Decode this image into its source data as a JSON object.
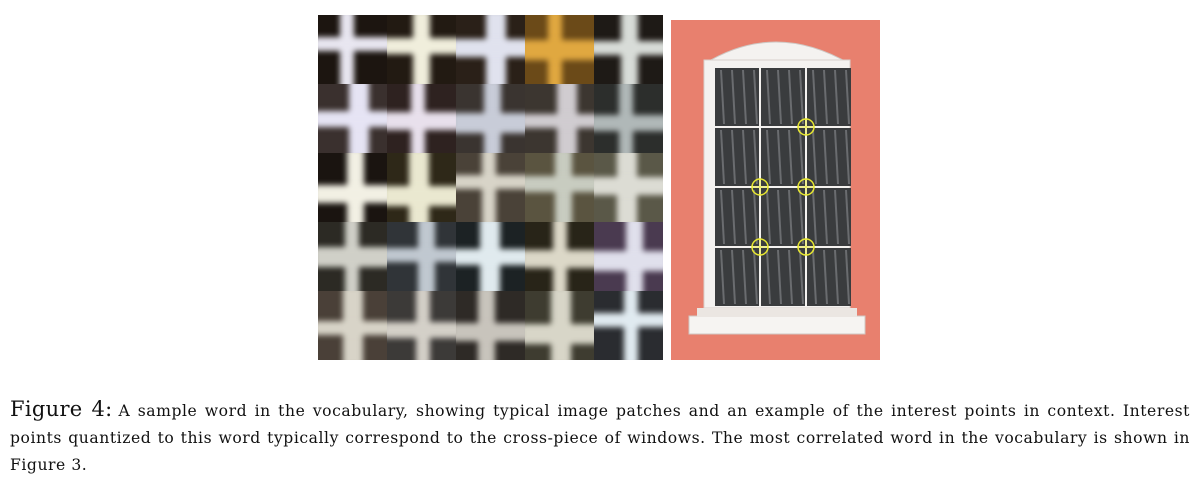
{
  "figure": {
    "label": "Figure 4:",
    "caption_text": "A sample word in the vocabulary, showing typical image patches and an example of the interest points in context. Interest points quantized to this word typically correspond to the cross-piece of windows. The most correlated word in the vocabulary is shown in Figure 3."
  },
  "patch_grid": {
    "rows": 5,
    "cols": 5,
    "patches": [
      {
        "bg": "#1c1510",
        "bar": "#e8e6f0"
      },
      {
        "bg": "#221a12",
        "bar": "#f0eedc"
      },
      {
        "bg": "#2a2018",
        "bar": "#e0e2ee"
      },
      {
        "bg": "#6b4a18",
        "bar": "#e0a840"
      },
      {
        "bg": "#1e1a16",
        "bar": "#d8dcd8"
      },
      {
        "bg": "#3a302e",
        "bar": "#e6e4f4"
      },
      {
        "bg": "#2e2220",
        "bar": "#e8e0ec"
      },
      {
        "bg": "#3a3430",
        "bar": "#c8ccd8"
      },
      {
        "bg": "#3c3630",
        "bar": "#d0ccd0"
      },
      {
        "bg": "#2c2e2c",
        "bar": "#b0b8b8"
      },
      {
        "bg": "#1a1410",
        "bar": "#f2f0e4"
      },
      {
        "bg": "#2e2818",
        "bar": "#eae8d0"
      },
      {
        "bg": "#4a4238",
        "bar": "#d8d4c8"
      },
      {
        "bg": "#5a5440",
        "bar": "#c8ccc0"
      },
      {
        "bg": "#5a5848",
        "bar": "#dcdcd4"
      },
      {
        "bg": "#2c2a24",
        "bar": "#d0d0c8"
      },
      {
        "bg": "#303438",
        "bar": "#c0c8d0"
      },
      {
        "bg": "#1c2224",
        "bar": "#e0eaee"
      },
      {
        "bg": "#282418",
        "bar": "#dcd8c8"
      },
      {
        "bg": "#4a3a50",
        "bar": "#e0e0ec"
      },
      {
        "bg": "#4a4038",
        "bar": "#d8d4c8"
      },
      {
        "bg": "#3c3a38",
        "bar": "#d4d0c8"
      },
      {
        "bg": "#2e2a26",
        "bar": "#c8c4bc"
      },
      {
        "bg": "#3e3c30",
        "bar": "#d8d6c8"
      },
      {
        "bg": "#2a2c30",
        "bar": "#e0eaf0"
      }
    ]
  },
  "window_photo": {
    "wall_color": "#e8806e",
    "frame_color": "#f4f2f0",
    "pane_color": "#3a3c3e",
    "interest_point_color": "#e8e830",
    "interest_points": [
      {
        "col": 2,
        "row": 1
      },
      {
        "col": 1,
        "row": 2
      },
      {
        "col": 2,
        "row": 2
      },
      {
        "col": 1,
        "row": 3
      },
      {
        "col": 2,
        "row": 3
      }
    ]
  }
}
